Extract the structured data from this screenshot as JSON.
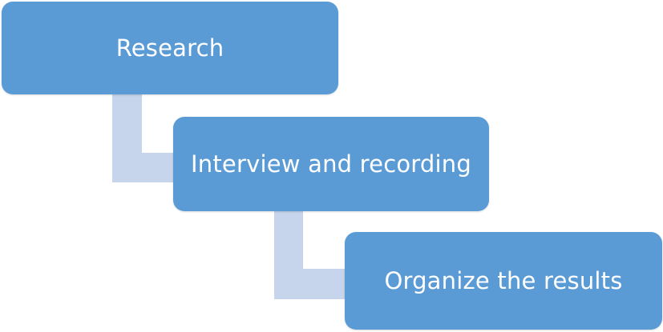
{
  "diagram": {
    "steps": [
      {
        "label": "Research"
      },
      {
        "label": "Interview and recording"
      },
      {
        "label": "Organize the results"
      }
    ],
    "colors": {
      "box_fill": "#5b9bd5",
      "box_text": "#ffffff",
      "connector": "#c6d5eb",
      "background": "#ffffff"
    }
  }
}
